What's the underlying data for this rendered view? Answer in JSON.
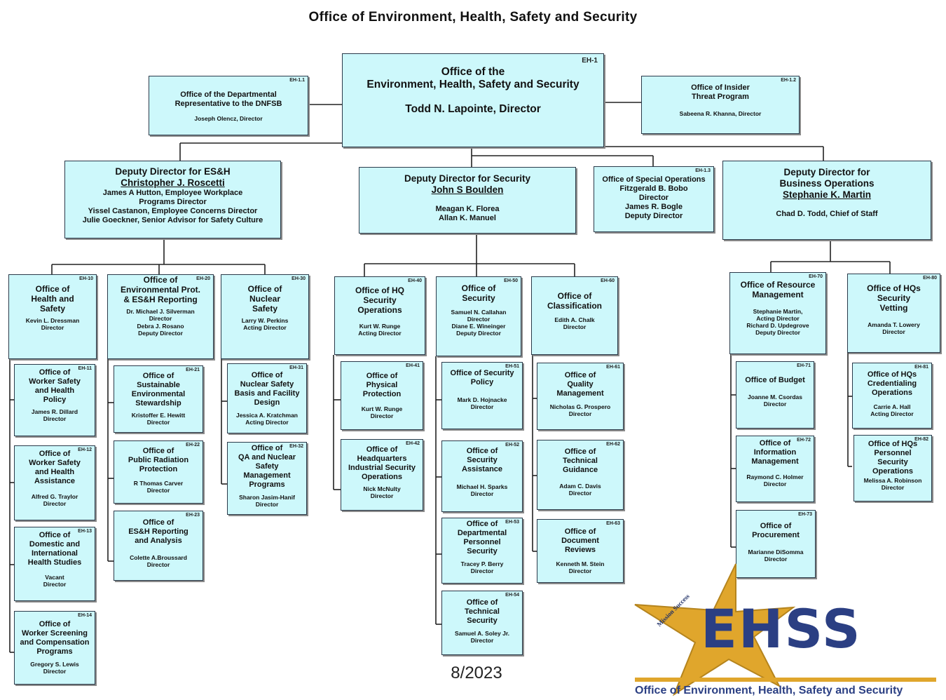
{
  "page": {
    "title": "Office of Environment, Health, Safety and Security",
    "date": "8/2023"
  },
  "logo": {
    "text": "EHSS",
    "star_text": "Mission Success",
    "subtitle": "Office of Environment, Health, Safety and Security"
  },
  "colors": {
    "box_fill": "#cdf8fb",
    "logo_blue": "#2b3f83",
    "logo_gold": "#e0a62c"
  },
  "boxes": {
    "director": {
      "code": "EH-1",
      "title1": "Office of the",
      "title2": "Environment, Health, Safety and Security",
      "person": "Todd N. Lapointe, Director"
    },
    "dnfsb": {
      "code": "EH-1.1",
      "title1": "Office of the Departmental",
      "title2": "Representative to the DNFSB",
      "person": "Joseph Olencz, Director"
    },
    "insider": {
      "code": "EH-1.2",
      "title1": "Office of Insider",
      "title2": "Threat Program",
      "person": "Sabeena R. Khanna, Director"
    },
    "dd_esh": {
      "title": "Deputy Director for ES&H",
      "name": "Christopher J. Roscetti",
      "l1": "James A Hutton, Employee Workplace",
      "l2": "Programs Director",
      "l3": "Yissel Castanon, Employee Concerns Director",
      "l4": "Julie Goeckner, Senior Advisor for Safety Culture"
    },
    "dd_sec": {
      "title": "Deputy Director for Security",
      "name": "John S Boulden",
      "l1": "Meagan K. Florea",
      "l2": "Allan K. Manuel"
    },
    "special": {
      "code": "EH-1.3",
      "l1": "Office of Special Operations",
      "l2": "Fitzgerald B. Bobo",
      "l3": "Director",
      "l4": "James R. Bogle",
      "l5": "Deputy Director"
    },
    "dd_bus": {
      "title1": "Deputy Director for",
      "title2": "Business Operations",
      "name": "Stephanie K. Martin",
      "l1": "Chad D. Todd, Chief of Staff"
    },
    "eh10": {
      "code": "EH-10",
      "l1": "Office of",
      "l2": "Health and",
      "l3": "Safety",
      "p1": "Kevin L. Dressman",
      "p2": "Director"
    },
    "eh20": {
      "code": "EH-20",
      "l1": "Office of",
      "l2": "Environmental Prot.",
      "l3": "& ES&H Reporting",
      "p1": "Dr. Michael J. Silverman",
      "p2": "Director",
      "p3": "Debra J. Rosano",
      "p4": "Deputy Director"
    },
    "eh30": {
      "code": "EH-30",
      "l1": "Office of",
      "l2": "Nuclear",
      "l3": "Safety",
      "p1": "Larry W. Perkins",
      "p2": "Acting Director"
    },
    "eh40": {
      "code": "EH-40",
      "l1": "Office of HQ",
      "l2": "Security",
      "l3": "Operations",
      "p1": "Kurt W. Runge",
      "p2": "Acting Director"
    },
    "eh50": {
      "code": "EH-50",
      "l1": "Office of",
      "l2": "Security",
      "p1": "Samuel N. Callahan",
      "p2": "Director",
      "p3": "Diane E. Wineinger",
      "p4": "Deputy Director"
    },
    "eh60": {
      "code": "EH-60",
      "l1": "Office of",
      "l2": "Classification",
      "p1": "Edith A. Chalk",
      "p2": "Director"
    },
    "eh70": {
      "code": "EH-70",
      "l1": "Office of Resource",
      "l2": "Management",
      "p1": "Stephanie Martin,",
      "p2": "Acting Director",
      "p3": "Richard D. Updegrove",
      "p4": "Deputy Director"
    },
    "eh80": {
      "code": "EH-80",
      "l1": "Office of HQs",
      "l2": "Security",
      "l3": "Vetting",
      "p1": "Amanda T. Lowery",
      "p2": "Director"
    },
    "eh11": {
      "code": "EH-11",
      "l1": "Office of",
      "l2": "Worker Safety",
      "l3": "and Health",
      "l4": "Policy",
      "p1": "James R. Dillard",
      "p2": "Director"
    },
    "eh12": {
      "code": "EH-12",
      "l1": "Office of",
      "l2": "Worker Safety",
      "l3": "and Health",
      "l4": "Assistance",
      "p1": "Alfred G. Traylor",
      "p2": "Director"
    },
    "eh13": {
      "code": "EH-13",
      "l1": "Office of",
      "l2": "Domestic and",
      "l3": "International",
      "l4": "Health Studies",
      "p1": "Vacant",
      "p2": "Director"
    },
    "eh14": {
      "code": "EH-14",
      "l1": "Office of",
      "l2": "Worker Screening",
      "l3": "and Compensation",
      "l4": "Programs",
      "p1": "Gregory S. Lewis",
      "p2": "Director"
    },
    "eh21": {
      "code": "EH-21",
      "l1": "Office of",
      "l2": "Sustainable",
      "l3": "Environmental",
      "l4": "Stewardship",
      "p1": "Kristoffer E. Hewitt",
      "p2": "Director"
    },
    "eh22": {
      "code": "EH-22",
      "l1": "Office of",
      "l2": "Public Radiation",
      "l3": "Protection",
      "p1": "R Thomas Carver",
      "p2": "Director"
    },
    "eh23": {
      "code": "EH-23",
      "l1": "Office of",
      "l2": "ES&H Reporting",
      "l3": "and Analysis",
      "p1": "Colette A.Broussard",
      "p2": "Director"
    },
    "eh31": {
      "code": "EH-31",
      "l1": "Office of",
      "l2": "Nuclear Safety",
      "l3": "Basis and Facility",
      "l4": "Design",
      "p1": "Jessica A. Kratchman",
      "p2": "Acting Director"
    },
    "eh32": {
      "code": "EH-32",
      "l1": "Office of",
      "l2": "QA and Nuclear",
      "l3": "Safety",
      "l4": "Management",
      "l5": "Programs",
      "p1": "Sharon Jasim-Hanif",
      "p2": "Director"
    },
    "eh41": {
      "code": "EH-41",
      "l1": "Office of",
      "l2": "Physical",
      "l3": "Protection",
      "p1": "Kurt W. Runge",
      "p2": "Director"
    },
    "eh42": {
      "code": "EH-42",
      "l1": "Office of",
      "l2": "Headquarters",
      "l3": "Industrial Security",
      "l4": "Operations",
      "p1": "Nick McNulty",
      "p2": "Director"
    },
    "eh51": {
      "code": "EH-51",
      "l1": "Office of Security",
      "l2": "Policy",
      "p1": "Mark D. Hojnacke",
      "p2": "Director"
    },
    "eh52": {
      "code": "EH-52",
      "l1": "Office of",
      "l2": "Security",
      "l3": "Assistance",
      "p1": "Michael H. Sparks",
      "p2": "Director"
    },
    "eh53": {
      "code": "EH-53",
      "l1": "Office of",
      "l2": "Departmental",
      "l3": "Personnel",
      "l4": "Security",
      "p1": "Tracey P. Berry",
      "p2": "Director"
    },
    "eh54": {
      "code": "EH-54",
      "l1": "Office of",
      "l2": "Technical",
      "l3": "Security",
      "p1": "Samuel A. Soley Jr.",
      "p2": "Director"
    },
    "eh61": {
      "code": "EH-61",
      "l1": "Office of",
      "l2": "Quality",
      "l3": "Management",
      "p1": "Nicholas G. Prospero",
      "p2": "Director"
    },
    "eh62": {
      "code": "EH-62",
      "l1": "Office of",
      "l2": "Technical",
      "l3": "Guidance",
      "p1": "Adam C. Davis",
      "p2": "Director"
    },
    "eh63": {
      "code": "EH-63",
      "l1": "Office of",
      "l2": "Document",
      "l3": "Reviews",
      "p1": "Kenneth M. Stein",
      "p2": "Director"
    },
    "eh71": {
      "code": "EH-71",
      "l1": "Office of Budget",
      "p1": "Joanne M. Csordas",
      "p2": "Director"
    },
    "eh72": {
      "code": "EH-72",
      "l1": "Office of",
      "l2": "Information",
      "l3": "Management",
      "p1": "Raymond C. Holmer",
      "p2": "Director"
    },
    "eh73": {
      "code": "EH-73",
      "l1": "Office of",
      "l2": "Procurement",
      "p1": "Marianne DiSomma",
      "p2": "Director"
    },
    "eh81": {
      "code": "EH-81",
      "l1": "Office of HQs",
      "l2": "Credentialing",
      "l3": "Operations",
      "p1": "Carrie A. Hall",
      "p2": "Acting Director"
    },
    "eh82": {
      "code": "EH-82",
      "l1": "Office of HQs",
      "l2": "Personnel",
      "l3": "Security",
      "l4": "Operations",
      "p1": "Melissa A. Robinson",
      "p2": "Director"
    }
  }
}
